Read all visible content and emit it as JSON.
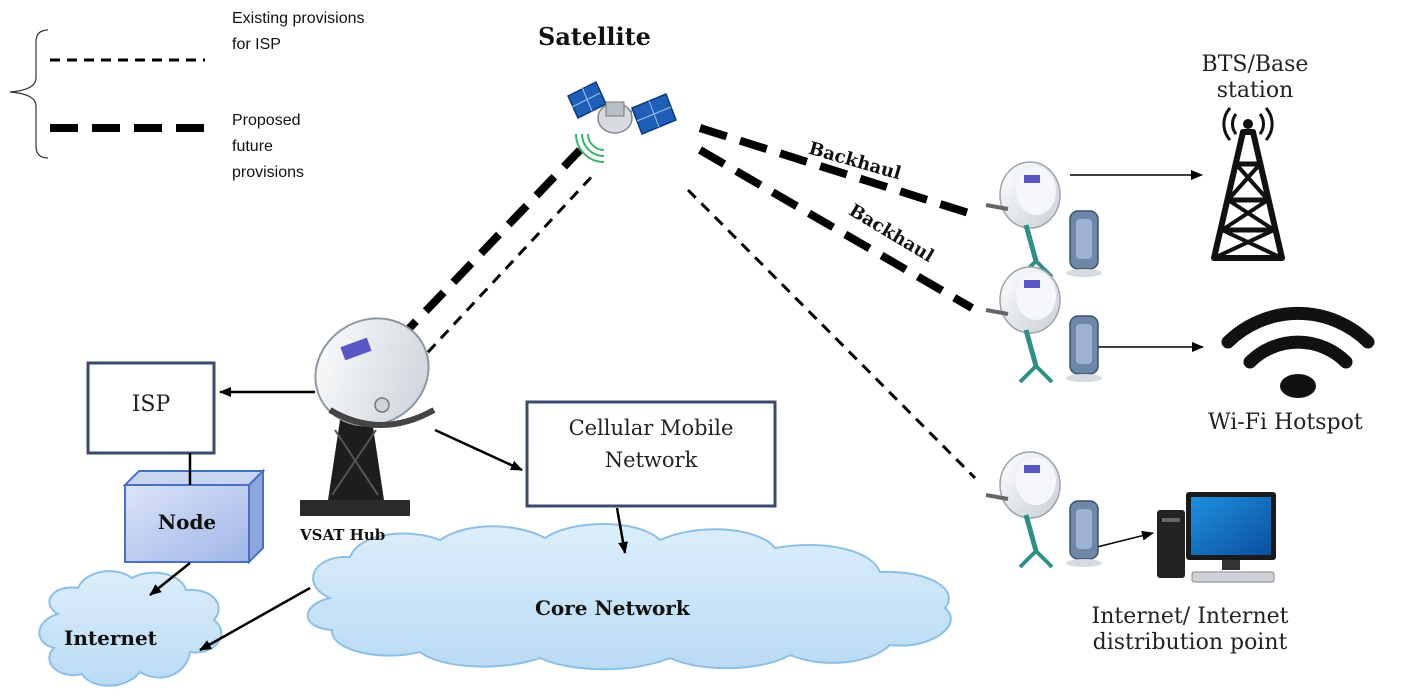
{
  "legend": {
    "existing_label": "Existing provisions for ISP",
    "proposed_label": "Proposed future provisions"
  },
  "nodes": {
    "satellite": "Satellite",
    "bts": "BTS/Base station",
    "wifi": "Wi-Fi Hotspot",
    "internet_point": "Internet/ Internet distribution point",
    "isp": "ISP",
    "node": "Node",
    "internet": "Internet",
    "vsat_hub": "VSAT Hub",
    "cellular": "Cellular Mobile Network",
    "core": "Core Network"
  },
  "links": {
    "backhaul_1": "Backhaul",
    "backhaul_2": "Backhaul"
  },
  "colors": {
    "cloud_fill": "#cfe6f7",
    "node_fill": "#b7c9ee",
    "box_border": "#3b4a6b",
    "dish": "#e9edf2",
    "satellite_panel": "#1f5fb8",
    "signal": "#3cb371"
  }
}
